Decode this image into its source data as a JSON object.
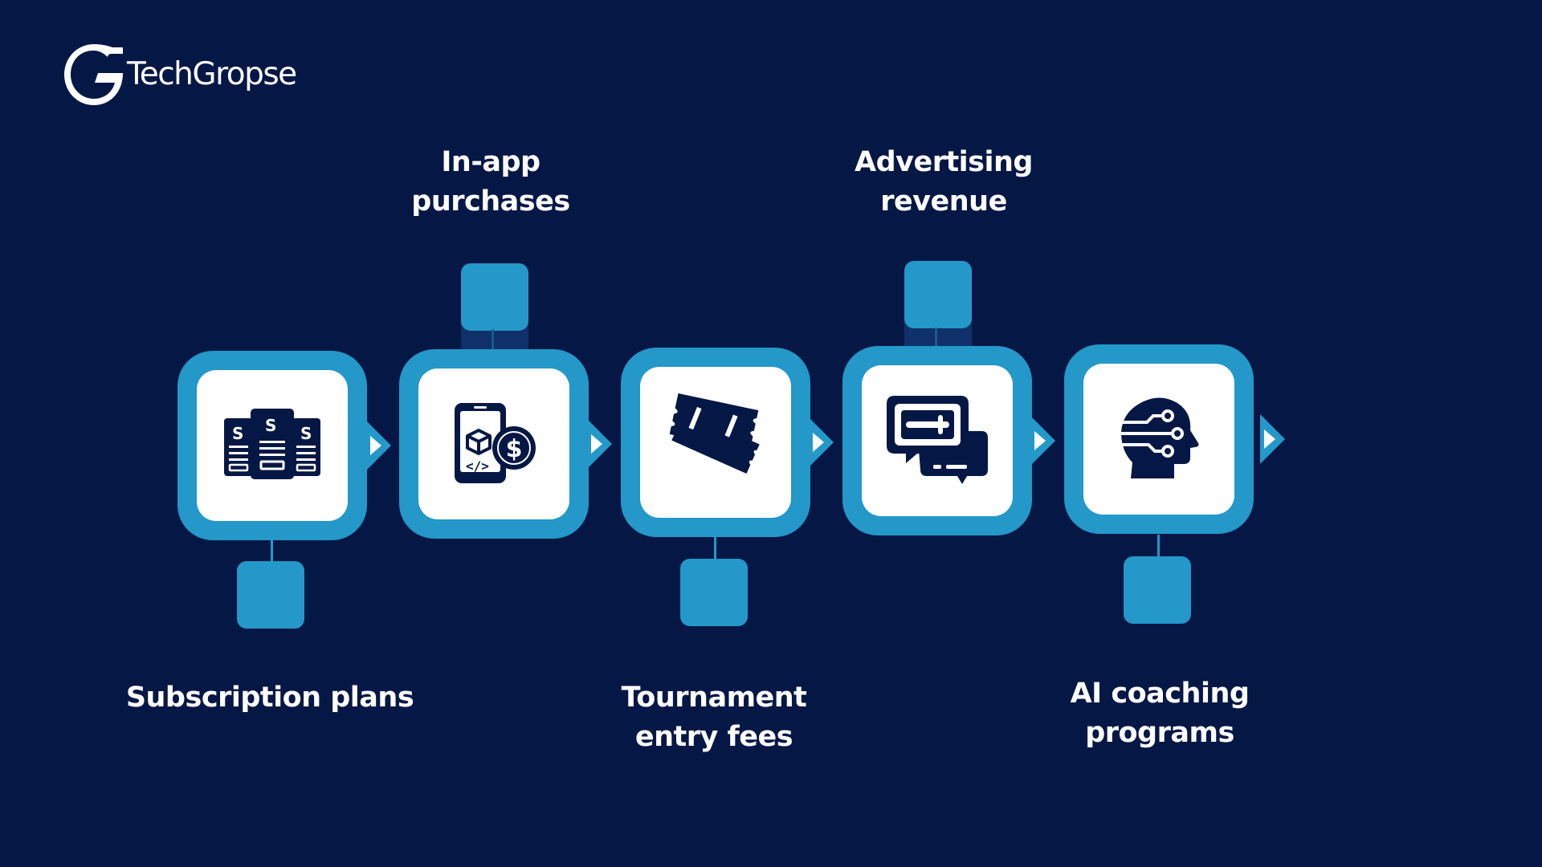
{
  "brand": {
    "name": "TechGropse"
  },
  "colors": {
    "background": "#051845",
    "accent": "#2398c9",
    "card": "#ffffff",
    "icon": "#051845"
  },
  "steps": [
    {
      "label_lines": [
        "Subscription plans"
      ],
      "icon": "subscription-pricing-icon"
    },
    {
      "label_lines": [
        "In-app",
        "purchases"
      ],
      "icon": "mobile-purchase-icon"
    },
    {
      "label_lines": [
        "Tournament",
        "entry fees"
      ],
      "icon": "ticket-icon"
    },
    {
      "label_lines": [
        "Advertising",
        "revenue"
      ],
      "icon": "chat-ad-icon"
    },
    {
      "label_lines": [
        "AI coaching",
        "programs"
      ],
      "icon": "ai-head-icon"
    }
  ]
}
